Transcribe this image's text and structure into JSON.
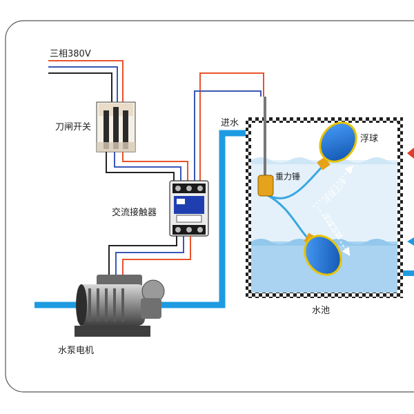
{
  "labels": {
    "power": "三相380V",
    "knife_switch": "刀闸开关",
    "contactor": "交流接触器",
    "pump_motor": "水泵电机",
    "water_in": "进水",
    "float_ball": "浮球",
    "weight": "重力锤",
    "float_up": "浮球上浮",
    "float_down": "浮球下降",
    "pool": "水池"
  },
  "colors": {
    "wire_red": "#e8532b",
    "wire_blue": "#3a57b5",
    "wire_black": "#222222",
    "pipe": "#1e9be0",
    "water": "#c9e3f5",
    "float": "#1f6fd0",
    "weight": "#e5a21b"
  }
}
